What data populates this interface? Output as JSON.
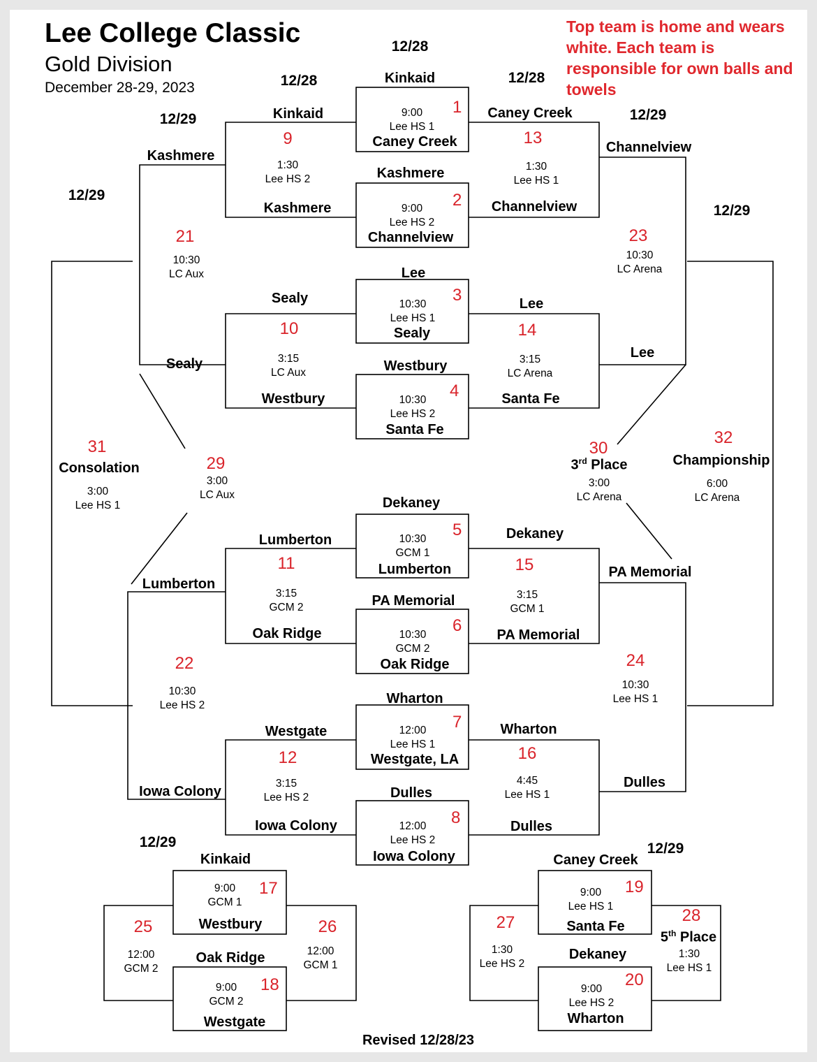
{
  "header": {
    "title": "Lee College Classic",
    "division": "Gold Division",
    "dates": "December 28-29, 2023",
    "note": "Top team is home and wears white. Each team is responsible for own balls and towels",
    "footer": "Revised 12/28/23"
  },
  "round_dates": {
    "r1_center": "12/28",
    "r2_left": "12/28",
    "r2_right": "12/28",
    "qf_left": "12/29",
    "qf_right": "12/29",
    "sf_left": "12/29",
    "sf_right": "12/29",
    "consol_left": "12/29",
    "consol_right": "12/29"
  },
  "games": {
    "g1": {
      "num": "1",
      "time": "9:00",
      "site": "Lee HS 1",
      "top": "Kinkaid",
      "bottom": "Caney Creek"
    },
    "g2": {
      "num": "2",
      "time": "9:00",
      "site": "Lee HS 2",
      "top": "Kashmere",
      "bottom": "Channelview"
    },
    "g3": {
      "num": "3",
      "time": "10:30",
      "site": "Lee HS 1",
      "top": "Lee",
      "bottom": "Sealy"
    },
    "g4": {
      "num": "4",
      "time": "10:30",
      "site": "Lee HS 2",
      "top": "Westbury",
      "bottom": "Santa Fe"
    },
    "g5": {
      "num": "5",
      "time": "10:30",
      "site": "GCM 1",
      "top": "Dekaney",
      "bottom": "Lumberton"
    },
    "g6": {
      "num": "6",
      "time": "10:30",
      "site": "GCM 2",
      "top": "PA Memorial",
      "bottom": "Oak Ridge"
    },
    "g7": {
      "num": "7",
      "time": "12:00",
      "site": "Lee HS 1",
      "top": "Wharton",
      "bottom": "Westgate, LA"
    },
    "g8": {
      "num": "8",
      "time": "12:00",
      "site": "Lee HS 2",
      "top": "Dulles",
      "bottom": "Iowa Colony"
    },
    "g9": {
      "num": "9",
      "time": "1:30",
      "site": "Lee HS 2",
      "top": "Kinkaid",
      "bottom": "Kashmere"
    },
    "g10": {
      "num": "10",
      "time": "3:15",
      "site": "LC Aux",
      "top": "Sealy",
      "bottom": "Westbury"
    },
    "g11": {
      "num": "11",
      "time": "3:15",
      "site": "GCM 2",
      "top": "Lumberton",
      "bottom": "Oak Ridge"
    },
    "g12": {
      "num": "12",
      "time": "3:15",
      "site": "Lee HS 2",
      "top": "Westgate",
      "bottom": "Iowa Colony"
    },
    "g13": {
      "num": "13",
      "time": "1:30",
      "site": "Lee HS 1",
      "top": "Caney Creek",
      "bottom": "Channelview"
    },
    "g14": {
      "num": "14",
      "time": "3:15",
      "site": "LC Arena",
      "top": "Lee",
      "bottom": "Santa Fe"
    },
    "g15": {
      "num": "15",
      "time": "3:15",
      "site": "GCM 1",
      "top": "Dekaney",
      "bottom": "PA Memorial"
    },
    "g16": {
      "num": "16",
      "time": "4:45",
      "site": "Lee HS 1",
      "top": "Wharton",
      "bottom": "Dulles"
    },
    "g17": {
      "num": "17",
      "time": "9:00",
      "site": "GCM 1",
      "top": "Kinkaid",
      "bottom": "Westbury"
    },
    "g18": {
      "num": "18",
      "time": "9:00",
      "site": "GCM 2",
      "top": "Oak Ridge",
      "bottom": "Westgate"
    },
    "g19": {
      "num": "19",
      "time": "9:00",
      "site": "Lee HS 1",
      "top": "Caney Creek",
      "bottom": "Santa Fe"
    },
    "g20": {
      "num": "20",
      "time": "9:00",
      "site": "Lee HS 2",
      "top": "Dekaney",
      "bottom": "Wharton"
    },
    "g21": {
      "num": "21",
      "time": "10:30",
      "site": "LC Aux",
      "top": "Kashmere",
      "bottom": "Sealy"
    },
    "g22": {
      "num": "22",
      "time": "10:30",
      "site": "Lee HS 2",
      "top": "Lumberton",
      "bottom": "Iowa Colony"
    },
    "g23": {
      "num": "23",
      "time": "10:30",
      "site": "LC Arena",
      "top": "Channelview",
      "bottom": "Lee"
    },
    "g24": {
      "num": "24",
      "time": "10:30",
      "site": "Lee HS 1",
      "top": "PA Memorial",
      "bottom": "Dulles"
    },
    "g25": {
      "num": "25",
      "time": "12:00",
      "site": "GCM 2"
    },
    "g26": {
      "num": "26",
      "time": "12:00",
      "site": "GCM 1"
    },
    "g27": {
      "num": "27",
      "time": "1:30",
      "site": "Lee HS 2"
    },
    "g28": {
      "num": "28",
      "label": "5",
      "label_sup": "th",
      "label_rest": " Place",
      "time": "1:30",
      "site": "Lee HS 1"
    },
    "g29": {
      "num": "29",
      "time": "3:00",
      "site": "LC Aux"
    },
    "g30": {
      "num": "30",
      "label": "3",
      "label_sup": "rd",
      "label_rest": " Place",
      "time": "3:00",
      "site": "LC Arena"
    },
    "g31": {
      "num": "31",
      "label": "Consolation",
      "time": "3:00",
      "site": "Lee HS 1"
    },
    "g32": {
      "num": "32",
      "label": "Championship",
      "time": "6:00",
      "site": "LC Arena"
    }
  }
}
